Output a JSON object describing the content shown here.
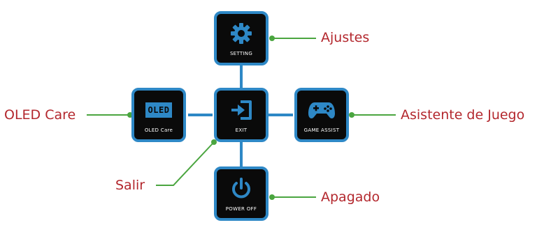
{
  "colors": {
    "tile_border": "#2e88c6",
    "tile_fill": "#0a0a0a",
    "connector": "#2e88c6",
    "leader": "#4aa53f",
    "callout_text": "#b3272d",
    "icon": "#2e88c6"
  },
  "tiles": {
    "setting": {
      "caption": "SETTING",
      "icon": "gear-icon"
    },
    "oled_care": {
      "caption": "OLED Care",
      "icon": "oled-icon",
      "icon_text": "OLED"
    },
    "exit": {
      "caption": "EXIT",
      "icon": "exit-icon"
    },
    "game_assist": {
      "caption": "GAME ASSIST",
      "icon": "gamepad-icon"
    },
    "power_off": {
      "caption": "POWER OFF",
      "icon": "power-icon"
    }
  },
  "callouts": {
    "ajustes": "Ajustes",
    "oled_care": "OLED Care",
    "asistente": "Asistente de Juego",
    "salir": "Salir",
    "apagado": "Apagado"
  }
}
